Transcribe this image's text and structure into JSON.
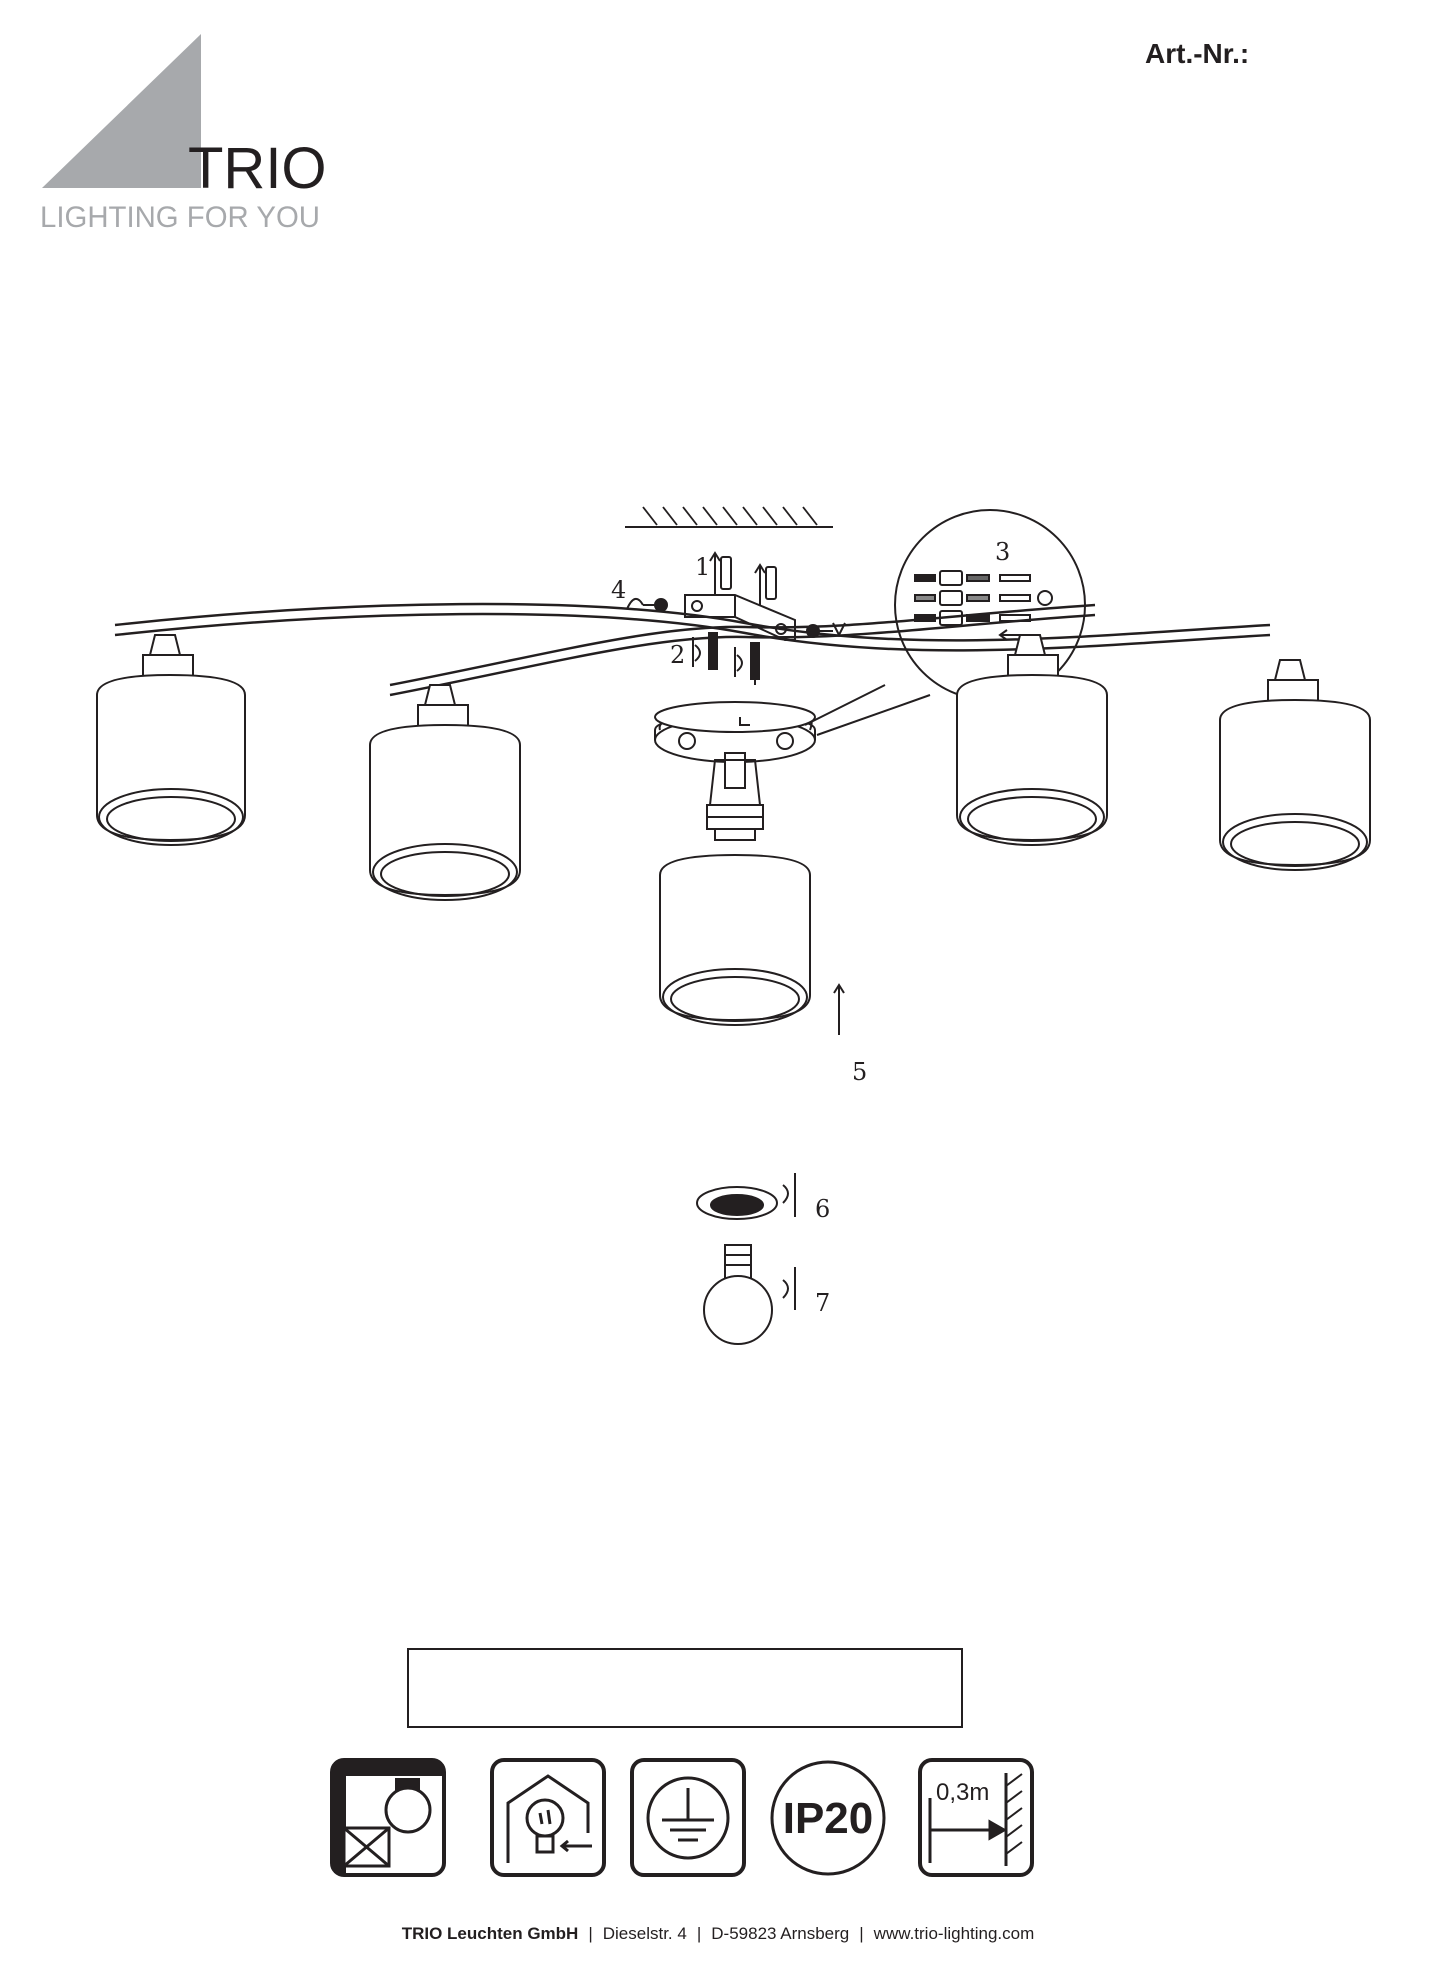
{
  "brand": {
    "name": "TRIO",
    "tagline": "LIGHTING FOR YOU",
    "triangle_color": "#a7a9ac",
    "text_color": "#231f20"
  },
  "header": {
    "art_nr_label": "Art.-Nr.:"
  },
  "steps": [
    "1",
    "2",
    "3",
    "4",
    "5",
    "6",
    "7"
  ],
  "icons": [
    {
      "name": "no-insulation-cover-icon"
    },
    {
      "name": "indoor-use-bulb-icon"
    },
    {
      "name": "protective-earth-icon"
    },
    {
      "name": "ip-rating-icon",
      "label": "IP20"
    },
    {
      "name": "min-distance-icon",
      "label": "0,3m"
    }
  ],
  "footer": {
    "company": "TRIO Leuchten GmbH",
    "street": "Dieselstr. 4",
    "city": "D-59823 Arnsberg",
    "website": "www.trio-lighting.com"
  }
}
